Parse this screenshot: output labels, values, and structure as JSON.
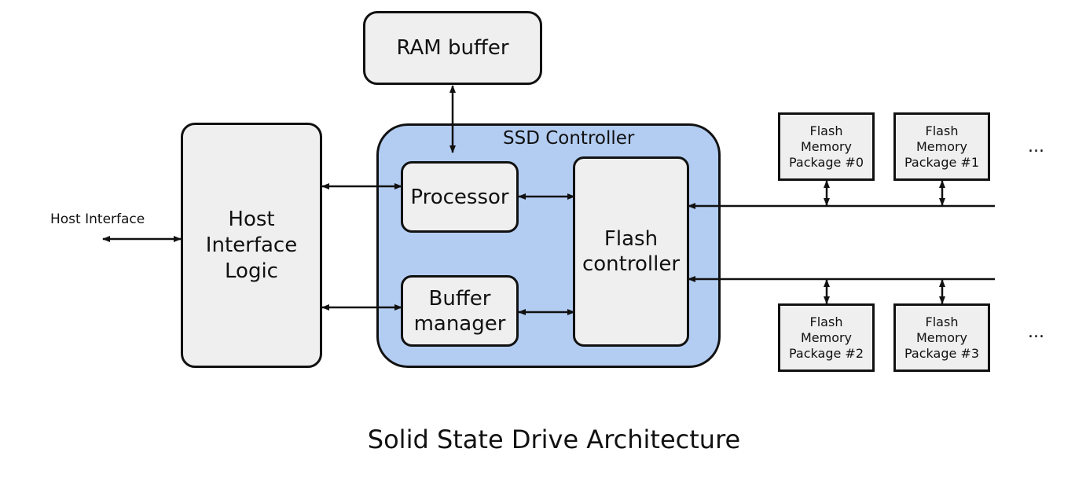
{
  "title": "Solid State Drive Architecture",
  "host_interface_label": "Host Interface",
  "blocks": {
    "ram_buffer": "RAM buffer",
    "host_logic": "Host\nInterface\nLogic",
    "ssd_controller": "SSD Controller",
    "processor": "Processor",
    "buffer_manager": "Buffer\nmanager",
    "flash_controller": "Flash\ncontroller"
  },
  "packages": [
    "Flash\nMemory\nPackage #0",
    "Flash\nMemory\nPackage #1",
    "Flash\nMemory\nPackage #2",
    "Flash\nMemory\nPackage #3"
  ],
  "ellipsis_top": "...",
  "ellipsis_bottom": "..."
}
